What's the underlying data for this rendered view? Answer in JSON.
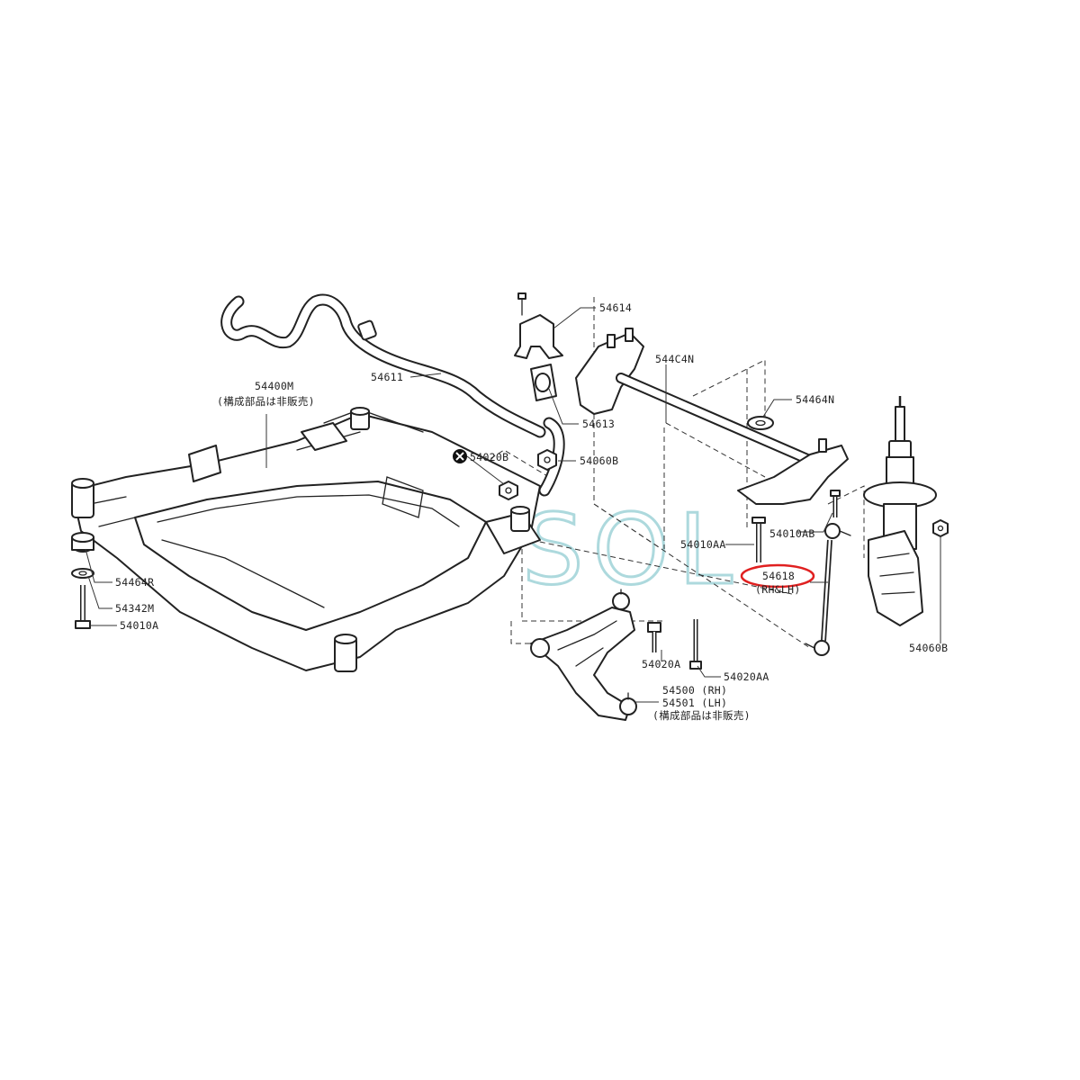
{
  "watermark": {
    "text": "SOL",
    "color": "#9fd3d8",
    "accent": "#7fb2e5"
  },
  "highlight_color": "#e02020",
  "labels": {
    "p54400m": "54400M",
    "p54400m_note": "(構成部品は非販売)",
    "p54611": "54611",
    "p54614": "54614",
    "p544c4n": "544C4N",
    "p54613": "54613",
    "p54464n": "54464N",
    "p54020b": "54020B",
    "p54060b_top": "54060B",
    "p54010ab": "54010AB",
    "p54010aa": "54010AA",
    "p54618": "54618",
    "p54618_note": "(RH&LH)",
    "p54464r": "54464R",
    "p54342m": "54342M",
    "p54010a": "54010A",
    "p54060b_right": "54060B",
    "p54020a": "54020A",
    "p54020aa": "54020AA",
    "p54500": "54500 (RH)",
    "p54501": "54501 (LH)",
    "p54500_note": "(構成部品は非販売)"
  }
}
